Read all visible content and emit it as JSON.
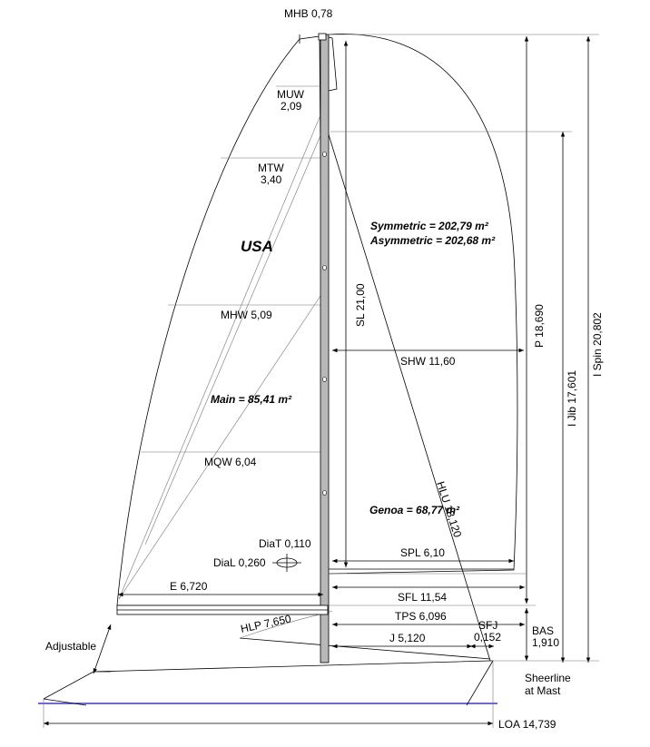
{
  "labels": {
    "mhb": "MHB 0,78",
    "muw_name": "MUW",
    "muw_value": "2,09",
    "mtw_name": "MTW",
    "mtw_value": "3,40",
    "usa": "USA",
    "symmetric": "Symmetric = 202,79 m²",
    "asymmetric": "Asymmetric = 202,68 m²",
    "sl": "SL 21,00",
    "p": "P 18,690",
    "i_jib": "I Jib 17,601",
    "i_spin": "I Spin 20,802",
    "mhw": "MHW 5,09",
    "shw": "SHW 11,60",
    "main_area": "Main = 85,41 m²",
    "mqw": "MQW 6,04",
    "hlu": "HLU 18,120",
    "genoa_area": "Genoa = 68,77 m²",
    "diat": "DiaT 0,110",
    "dial": "DiaL 0,260",
    "spl": "SPL 6,10",
    "e": "E 6,720",
    "sfl": "SFL 11,54",
    "hlp": "HLP 7,650",
    "tps": "TPS 6,096",
    "j": "J 5,120",
    "sfj_name": "SFJ",
    "sfj_value": "0,152",
    "bas_name": "BAS",
    "bas_value": "1,910",
    "adjustable": "Adjustable",
    "sheerline_1": "Sheerline",
    "sheerline_2": "at Mast",
    "loa": "LOA 14,739"
  }
}
